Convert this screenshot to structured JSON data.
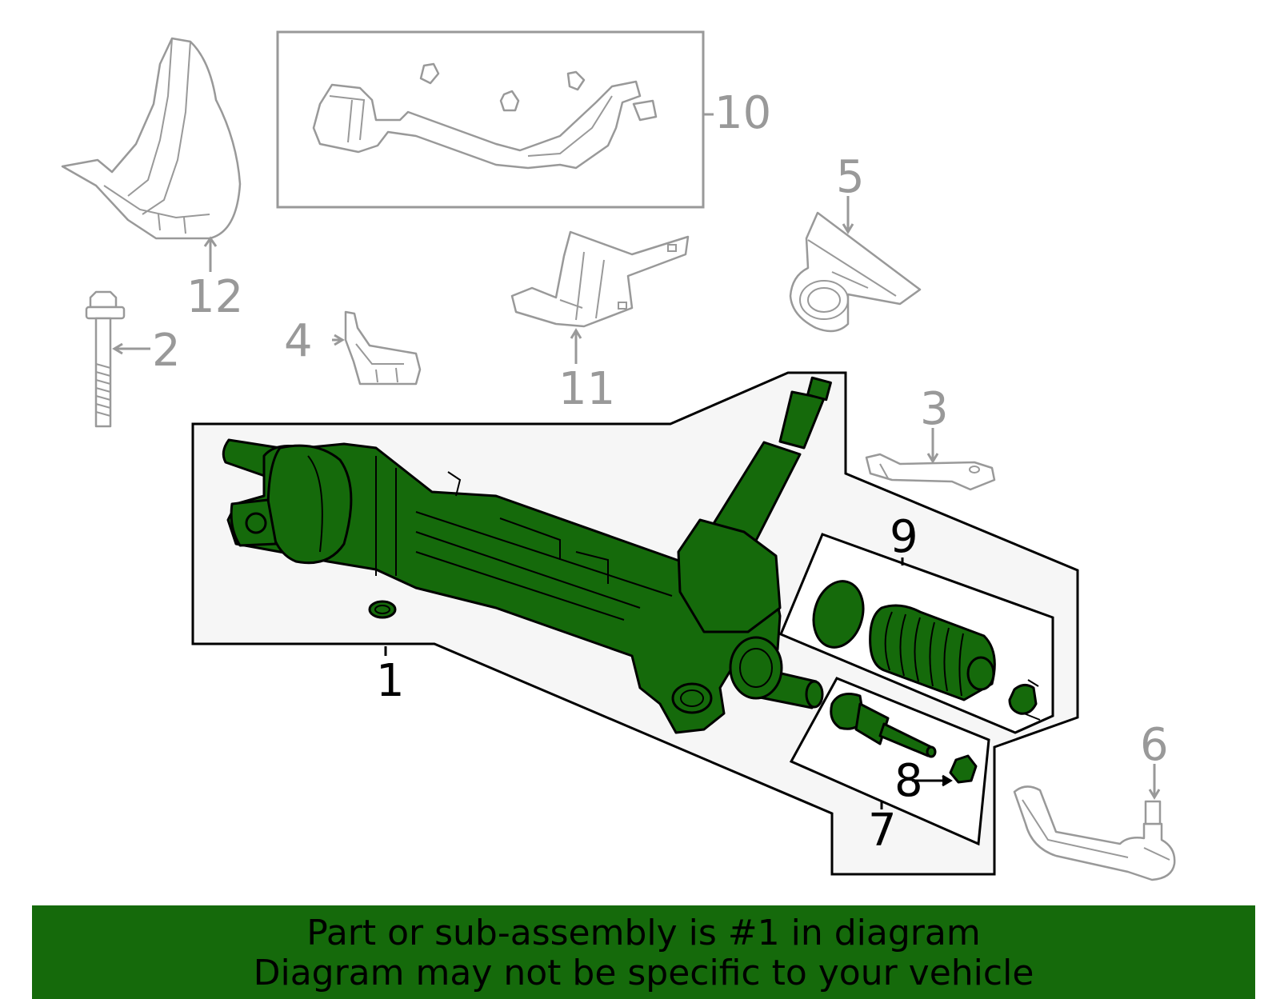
{
  "callouts": {
    "c1": "1",
    "c2": "2",
    "c3": "3",
    "c4": "4",
    "c5": "5",
    "c6": "6",
    "c7": "7",
    "c8": "8",
    "c9": "9",
    "c10": "10",
    "c11": "11",
    "c12": "12"
  },
  "highlight_part": "1",
  "footer": {
    "line1": "Part or sub-assembly is #1 in diagram",
    "line2": "Diagram may not be specific to your vehicle"
  },
  "colors": {
    "highlight_green": "#156a0b",
    "other_parts_grey": "#999999",
    "assembly_background": "#f6f6f6"
  }
}
